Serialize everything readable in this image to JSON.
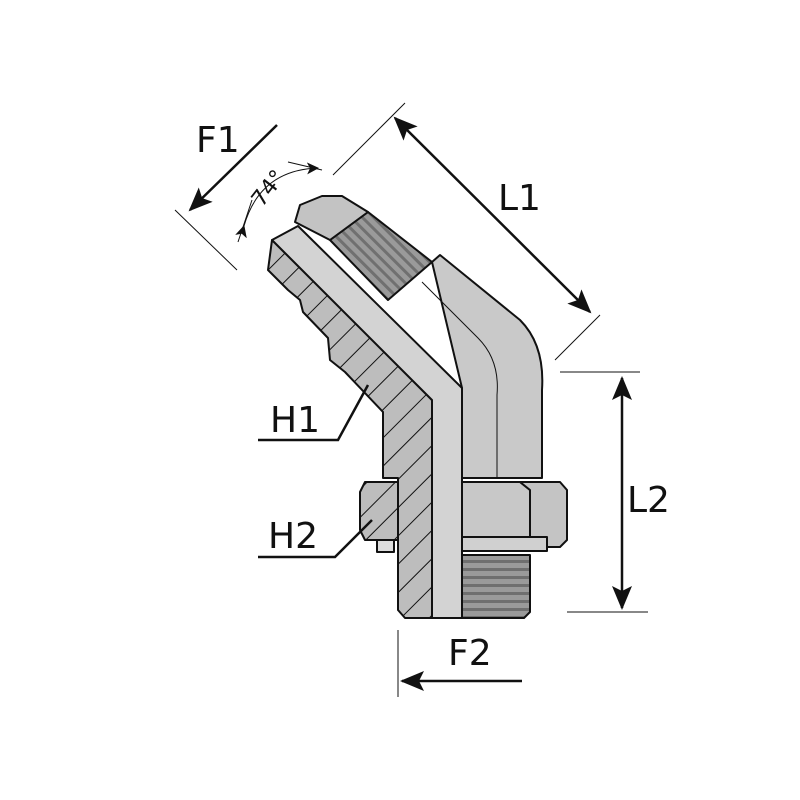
{
  "title": "45° elbow adapter fitting diagram",
  "labels": {
    "f1": "F1",
    "angle": "74°",
    "l1": "L1",
    "l2": "L2",
    "h1": "H1",
    "h2": "H2",
    "f2": "F2"
  },
  "colors": {
    "body": "#c8c8c8",
    "body_light": "#d6d6d6",
    "body_dark": "#b4b4b4",
    "thread": "#8a8a8a",
    "line": "#111111"
  }
}
